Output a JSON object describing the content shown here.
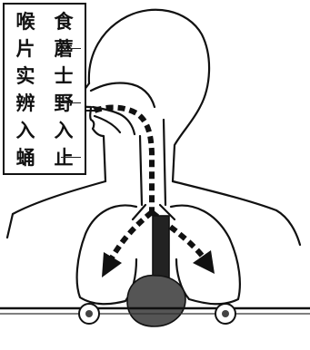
{
  "label_box": {
    "left_column": [
      "喉",
      "片",
      "实",
      "辨",
      "入",
      "蛹"
    ],
    "right_column": [
      "食",
      "蘑",
      "士",
      "野",
      "入",
      "止"
    ]
  },
  "colors": {
    "ink": "#111111",
    "background": "#ffffff"
  }
}
